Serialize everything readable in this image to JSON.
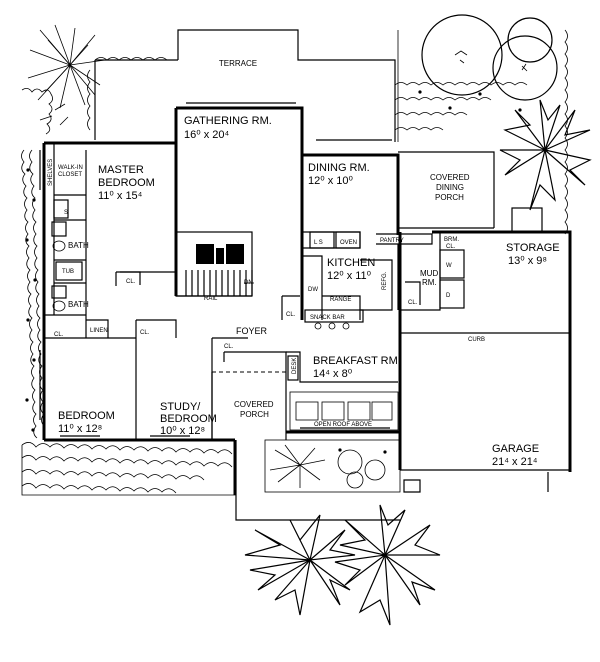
{
  "rooms": {
    "terrace": "TERRACE",
    "gathering_name": "GATHERING RM.",
    "gathering_dims": "16⁰ x 20⁴",
    "dining_name": "DINING RM.",
    "dining_dims": "12⁰ x 10⁰",
    "covered_dining_1": "COVERED",
    "covered_dining_2": "DINING",
    "covered_dining_3": "PORCH",
    "master_1": "MASTER",
    "master_2": "BEDROOM",
    "master_dims": "11⁰ x 15⁴",
    "walkin_1": "WALK-IN",
    "walkin_2": "CLOSET",
    "shelves": "SHELVES",
    "bath_1": "BATH",
    "bath_2": "BATH",
    "tub": "TUB",
    "kitchen_name": "KITCHEN",
    "kitchen_dims": "12⁰ x 11⁰",
    "oven": "OVEN",
    "range": "RANGE",
    "snack_bar": "SNACK BAR",
    "dw": "DW",
    "pantry": "PANTRY",
    "brm_cl_1": "BRM.",
    "brm_cl_2": "CL.",
    "mud_1": "MUD",
    "mud_2": "RM.",
    "refg": "REFG.",
    "storage_name": "STORAGE",
    "storage_dims": "13⁰ x 9⁸",
    "foyer": "FOYER",
    "breakfast_name": "BREAKFAST RM.",
    "breakfast_dims": "14⁴ x 8⁰",
    "desk": "DESK",
    "bedroom_name": "BEDROOM",
    "bedroom_dims": "11⁰ x 12⁸",
    "study_1": "STUDY/",
    "study_2": "BEDROOM",
    "study_dims": "10⁰ x 12⁸",
    "cov_porch_1": "COVERED",
    "cov_porch_2": "PORCH",
    "open_roof": "OPEN ROOF ABOVE",
    "garage_name": "GARAGE",
    "garage_dims": "21⁴ x 21⁴",
    "curb": "CURB",
    "rail": "RAIL",
    "dn": "DN",
    "linen": "LINEN",
    "cl": "CL.",
    "w": "W",
    "d": "D",
    "s": "S",
    "ls": "L S"
  }
}
